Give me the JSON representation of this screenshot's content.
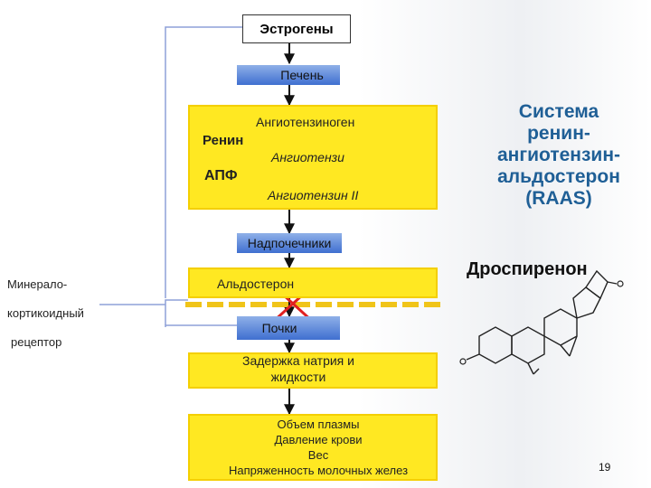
{
  "estrogens": "Эстрогены",
  "liver": "Печень",
  "angiotensinogen": "Ангиотензиноген",
  "renin": "Ренин",
  "angiotensin1": "Ангиотензи",
  "apf": "АПФ",
  "angiotensin2": "Ангиотензин II",
  "adrenals": "Надпочечники",
  "aldosterone": "Альдостерон",
  "kidneys": "Почки",
  "retention_line1": "Задержка натрия и",
  "retention_line2": "жидкости",
  "effects": [
    "Объем плазмы",
    "Давление крови",
    "Вес",
    "Напряженность  молочных желез"
  ],
  "mineral_receptor": [
    "Минерало-",
    "кортикоидный",
    "рецептор"
  ],
  "raas_title": [
    "Система",
    "ренин-",
    "ангиотензин-",
    "альдостерон",
    "(RAAS)"
  ],
  "drospirenone": "Дроспиренон",
  "page_number": "19",
  "colors": {
    "yellow": "#ffe822",
    "blue": "#3f6fd0",
    "title": "#1f5f96",
    "up_arrow": "#5a78c8",
    "down_arrow": "#e02020",
    "cross": "#e02020",
    "dash": "#f0c419"
  }
}
